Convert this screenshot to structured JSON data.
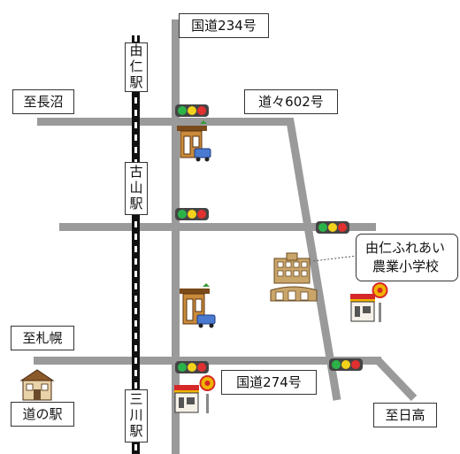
{
  "labels": {
    "route234": "国道234号",
    "route602": "道々602号",
    "route274": "国道274号",
    "to_naganuma": "至長沼",
    "to_sapporo": "至札幌",
    "to_hidaka": "至日高",
    "michi_no_eki": "道の駅",
    "station_yuni": "由仁駅",
    "station_furusan": "古山駅",
    "station_mikawa": "三川駅"
  },
  "school": {
    "line1": "由仁ふれあい",
    "line2": "農業小学校"
  },
  "colors": {
    "road": "#9a9a9a",
    "rail_dark": "#111111",
    "rail_light": "#ffffff",
    "signal_green": "#2bb34a",
    "signal_yellow": "#f2d21b",
    "signal_red": "#e03030",
    "store_red": "#d62828",
    "store_yellow": "#f0b400"
  },
  "icons": {
    "signal": "traffic-light-icon",
    "gas_station": "gas-station-icon",
    "convenience_store": "convenience-store-icon",
    "school_building": "school-building-icon",
    "roadside_station": "roadside-station-icon"
  }
}
